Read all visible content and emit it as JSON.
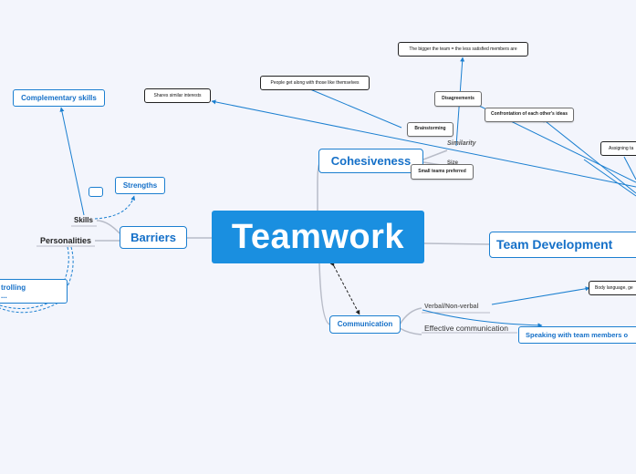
{
  "central": {
    "label": "Teamwork"
  },
  "branches": {
    "cohesiveness": "Cohesiveness",
    "barriers": "Barriers",
    "team_development": "Team Development",
    "communication": "Communication"
  },
  "cohesiveness_items": {
    "similarity": "Similarity",
    "size": "Size",
    "brainstorming": "Brainstorming",
    "disagreements": "Disagreements",
    "small_teams": "Small teams preferred",
    "confrontation": "Confrontation of each other's ideas",
    "bigger_team": "The bigger the team =  the less satisfied members are",
    "get_along": "People get along with those like themselves",
    "shares_interests": "Shares similar interests",
    "assigning": "Assigning ta"
  },
  "barriers_items": {
    "skills": "Skills",
    "personalities": "Personalities",
    "complementary_skills": "Complementary skills",
    "strengths": "Strengths",
    "controlling": "trolling",
    "controlling_more": "..."
  },
  "communication_items": {
    "verbal": "Verbal/Non-verbal",
    "effective": "Effective communication",
    "body_language": "Body language, ge",
    "speaking": "Speaking with team members o"
  },
  "colors": {
    "background": "#f3f5fc",
    "central_fill": "#1a8fe0",
    "accent": "#1570c8",
    "connector": "#b8bcc8",
    "arrow": "#1a7fd0"
  }
}
